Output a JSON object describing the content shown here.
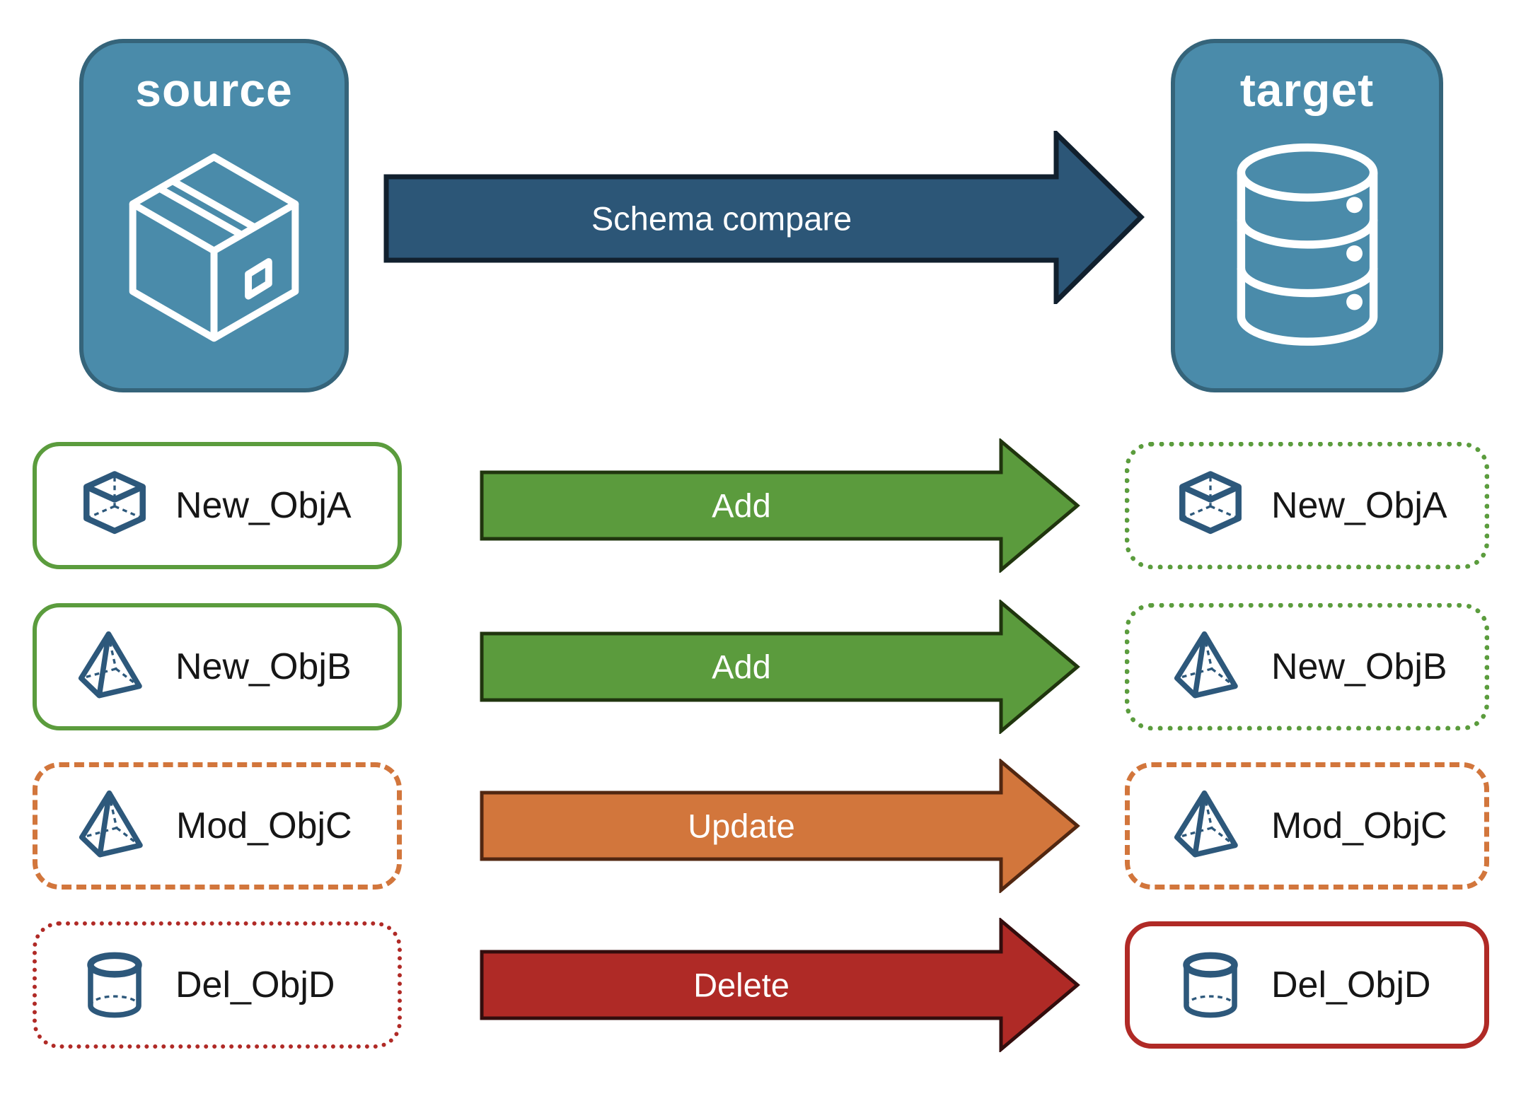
{
  "source_card": {
    "title": "source",
    "icon": "package-box-icon",
    "fill": "#4A8BAA",
    "border_color": "#35647A"
  },
  "target_card": {
    "title": "target",
    "icon": "database-icon",
    "fill": "#4A8BAA",
    "border_color": "#35647A"
  },
  "schema_arrow": {
    "label": "Schema compare",
    "fill": "#2C5677",
    "border_color": "#11202E"
  },
  "rows": [
    {
      "left": {
        "label": "New_ObjA",
        "icon": "cube-icon",
        "border_style": "solid",
        "border_color": "#5B9C3D"
      },
      "arrow": {
        "label": "Add",
        "action": "add",
        "fill": "#5B9B3D"
      },
      "right": {
        "label": "New_ObjA",
        "icon": "cube-icon",
        "border_style": "dotted",
        "border_color": "#5B9C3D"
      }
    },
    {
      "left": {
        "label": "New_ObjB",
        "icon": "pyramid-icon",
        "border_style": "solid",
        "border_color": "#5B9C3D"
      },
      "arrow": {
        "label": "Add",
        "action": "add",
        "fill": "#5B9B3D"
      },
      "right": {
        "label": "New_ObjB",
        "icon": "pyramid-icon",
        "border_style": "dotted",
        "border_color": "#5B9C3D"
      }
    },
    {
      "left": {
        "label": "Mod_ObjC",
        "icon": "pyramid-icon",
        "border_style": "dashed",
        "border_color": "#D2763C"
      },
      "arrow": {
        "label": "Update",
        "action": "update",
        "fill": "#D2763C"
      },
      "right": {
        "label": "Mod_ObjC",
        "icon": "pyramid-icon",
        "border_style": "dashed",
        "border_color": "#D2763C"
      }
    },
    {
      "left": {
        "label": "Del_ObjD",
        "icon": "cylinder-icon",
        "border_style": "dotted",
        "border_color": "#B02A26"
      },
      "arrow": {
        "label": "Delete",
        "action": "delete",
        "fill": "#AF2A26"
      },
      "right": {
        "label": "Del_ObjD",
        "icon": "cylinder-icon",
        "border_style": "solid",
        "border_color": "#B02A26"
      }
    }
  ],
  "colors": {
    "card_fill": "#4A8BAA",
    "card_border": "#35647A",
    "main_arrow_fill": "#2C5677",
    "add_green": "#5B9B3D",
    "update_orange": "#D2763C",
    "delete_red": "#AF2A26",
    "object_icon_blue": "#2D587B",
    "label_text": "#161616",
    "background": "#FFFFFF"
  }
}
